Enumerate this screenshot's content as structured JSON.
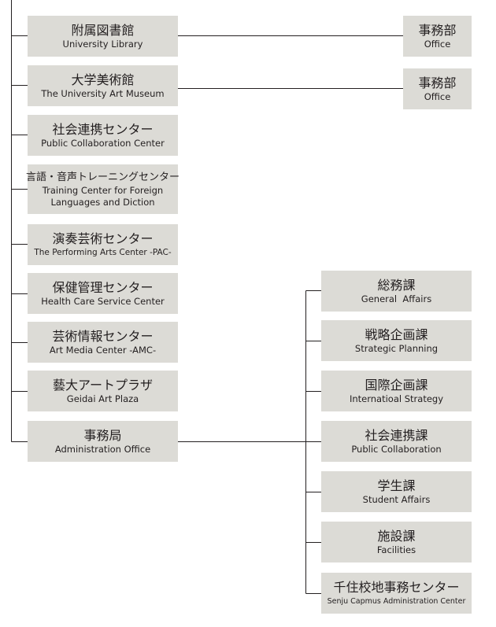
{
  "units": [
    {
      "id": "library",
      "ja": "附属図書館",
      "en": "University Library"
    },
    {
      "id": "art-museum",
      "ja": "大学美術館",
      "en": "The University Art Museum"
    },
    {
      "id": "collab-center",
      "ja": "社会連携センター",
      "en": "Public Collaboration Center"
    },
    {
      "id": "language-center",
      "ja": "言語・音声トレーニングセンター",
      "en": "Training Center for Foreign Languages and Diction"
    },
    {
      "id": "performing-arts",
      "ja": "演奏芸術センター",
      "en": "The Performing Arts Center -PAC-"
    },
    {
      "id": "health-care",
      "ja": "保健管理センター",
      "en": "Health Care Service Center"
    },
    {
      "id": "art-media",
      "ja": "芸術情報センター",
      "en": "Art Media Center -AMC-"
    },
    {
      "id": "art-plaza",
      "ja": "藝大アートプラザ",
      "en": "Geidai Art Plaza"
    },
    {
      "id": "admin-office",
      "ja": "事務局",
      "en": "Administration Office"
    }
  ],
  "offices": [
    {
      "id": "library-office",
      "ja": "事務部",
      "en": "Office"
    },
    {
      "id": "museum-office",
      "ja": "事務部",
      "en": "Office"
    }
  ],
  "divisions": [
    {
      "id": "general-affairs",
      "ja": "総務課",
      "en": "General  Affairs"
    },
    {
      "id": "strategic-planning",
      "ja": "戦略企画課",
      "en": "Strategic Planning"
    },
    {
      "id": "international-strategy",
      "ja": "国際企画課",
      "en": "Internatioal Strategy"
    },
    {
      "id": "public-collaboration",
      "ja": "社会連携課",
      "en": "Public Collaboration"
    },
    {
      "id": "student-affairs",
      "ja": "学生課",
      "en": "Student Affairs"
    },
    {
      "id": "facilities",
      "ja": "施設課",
      "en": "Facilities"
    },
    {
      "id": "senju-admin",
      "ja": "千住校地事務センター",
      "en": "Senju Capmus Administration Center"
    }
  ],
  "colors": {
    "box": "#dcdbd6",
    "line": "#231f20",
    "text": "#231f20"
  }
}
